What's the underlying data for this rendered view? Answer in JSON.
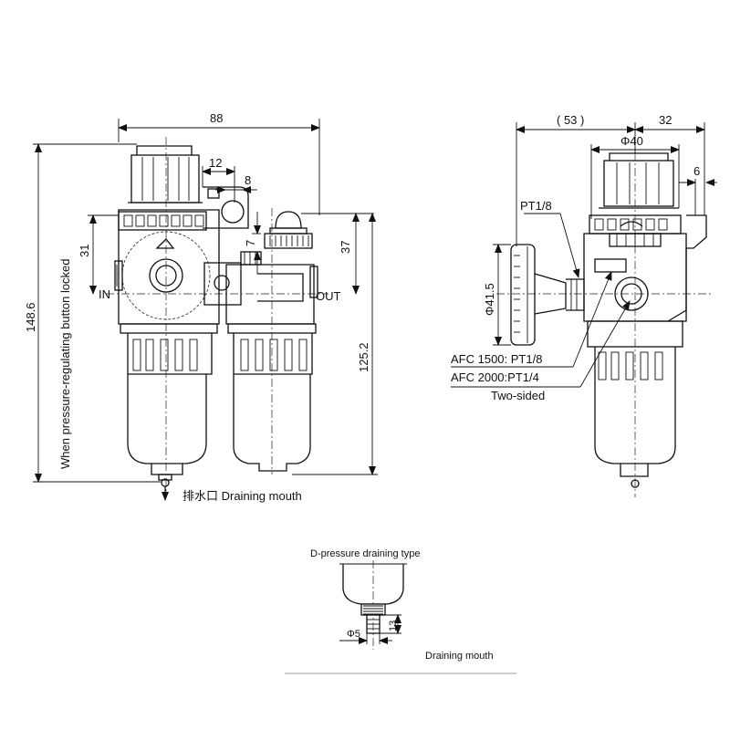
{
  "front_view": {
    "width_overall": "88",
    "dim_12": "12",
    "dim_8": "8",
    "dim_31": "31",
    "dim_37": "37",
    "dim_7": "7",
    "height_overall": "148.6",
    "height_125": "125.2",
    "port_in": "IN",
    "port_out": "OUT",
    "locked_note": "When pressure-regulating button locked",
    "drain_label": "排水口 Draining mouth"
  },
  "side_view": {
    "dim_53": "( 53 )",
    "dim_32": "32",
    "dim_phi40": "Φ40",
    "dim_6": "6",
    "gauge_port": "PT1/8",
    "dim_phi41": "Φ41.5",
    "port_note_1": "AFC 1500: PT1/8",
    "port_note_2": "AFC 2000:PT1/4",
    "port_note_3": "Two-sided"
  },
  "detail_view": {
    "title": "D-pressure draining type",
    "dim_13": "13",
    "dim_phi5": "Φ5",
    "drain_label": "Draining mouth"
  }
}
